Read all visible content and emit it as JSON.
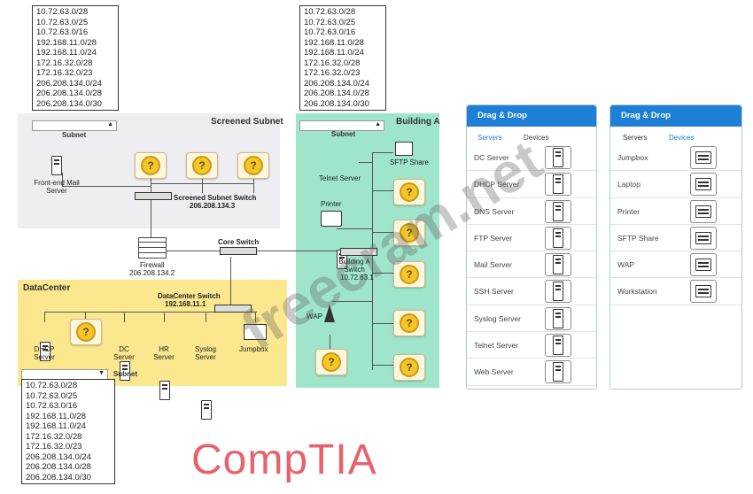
{
  "subnet_options": [
    "10.72.63.0/28",
    "10.72.63.0/25",
    "10.72.63.0/16",
    "192.168.11.0/28",
    "192.168.11.0/24",
    "172.16.32.0/28",
    "172.16.32.0/23",
    "206.208.134.0/24",
    "206.208.134.0/28",
    "206.208.134.0/30"
  ],
  "subnet_label": "Subnet",
  "zones": {
    "screened": "Screened Subnet",
    "building": "Building A",
    "datacenter": "DataCenter"
  },
  "nodes": {
    "frontend": "Front-end Mail Server",
    "screened_switch": "Screened Subnet Switch",
    "screened_switch_ip": "206.208.134.3",
    "firewall": "Firewall",
    "firewall_ip": "206.208.134.2",
    "core_switch": "Core Switch",
    "dc_switch": "DataCenter Switch",
    "dc_switch_ip": "192.168.11.1",
    "bldg_switch": "Building A Switch",
    "bldg_switch_ip": "10.72.63.1",
    "telnet": "Telnet Server",
    "sftp": "SFTP Share",
    "printer": "Printer",
    "wap": "WAP",
    "dhcp": "DHCP Server",
    "dc": "DC Server",
    "hr": "HR Server",
    "syslog": "Syslog Server",
    "jumpbox": "Jumpbox"
  },
  "q_mark": "?",
  "panel1": {
    "title": "Drag & Drop",
    "tab_servers": "Servers",
    "tab_devices": "Devices",
    "items": [
      "DC Server",
      "DHCP Server",
      "DNS Server",
      "FTP Server",
      "Mail Server",
      "SSH Server",
      "Syslog Server",
      "Telnet Server",
      "Web Server"
    ]
  },
  "panel2": {
    "title": "Drag & Drop",
    "tab_servers": "Servers",
    "tab_devices": "Devices",
    "items": [
      "Jumpbox",
      "Laptop",
      "Printer",
      "SFTP Share",
      "WAP",
      "Workstation"
    ]
  },
  "logo": "CompTIA",
  "watermark": "freecram.net",
  "colors": {
    "screened_bg": "#eeeef2",
    "building_bg": "#9ee5cc",
    "datacenter_bg": "#fbe88e",
    "panel_head": "#1e7fd6",
    "logo": "#e8626b"
  }
}
